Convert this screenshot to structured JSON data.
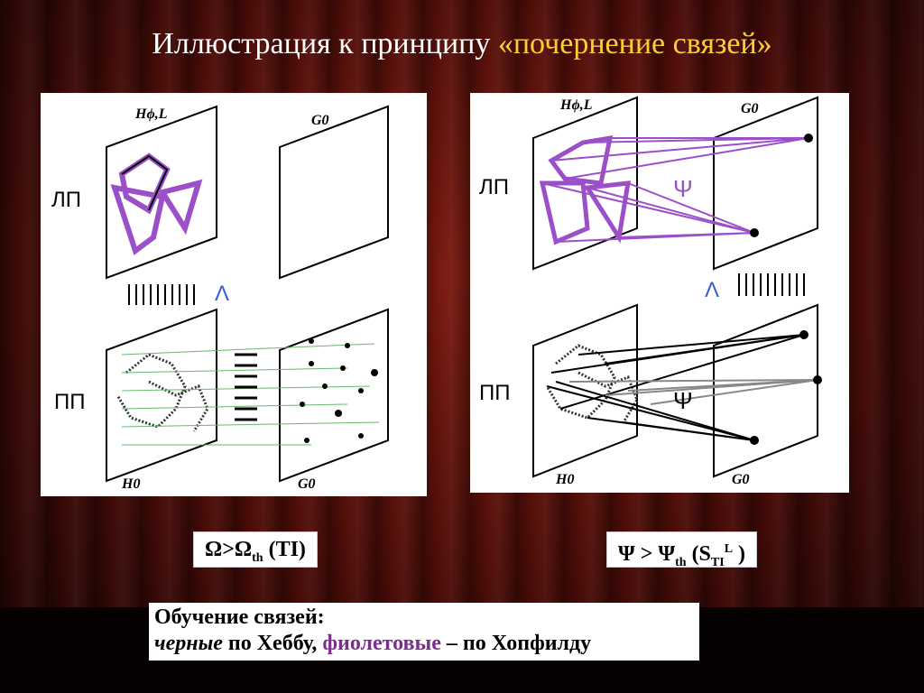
{
  "title": {
    "prefix": "Иллюстрация к принципу ",
    "highlight": "«почернение связей»"
  },
  "left_panel": {
    "label_top_left": "Hϕ,L",
    "label_top_right": "G0",
    "label_bottom_left": "H0",
    "label_bottom_right": "G0",
    "row_upper": "ЛП",
    "row_lower": "ПП",
    "lambda": "Λ"
  },
  "right_panel": {
    "label_top_left": "Hϕ,L",
    "label_top_right": "G0",
    "label_bottom_left": "H0",
    "label_bottom_right": "G0",
    "row_upper": "ЛП",
    "row_lower": "ПП",
    "lambda": "Λ",
    "psi_upper": "Ψ",
    "psi_lower": "Ψ"
  },
  "formula_left": {
    "text": "Ω>Ω",
    "sub": "th",
    "tail": " (TI)"
  },
  "formula_right": {
    "text": "Ψ > Ψ",
    "sub": "th",
    "mid": " (S",
    "sub2": "TI",
    "sup": "L",
    "tail": " )"
  },
  "caption": {
    "line1": "Обучение связей:",
    "black_word": "черные",
    "by_hebb": " по Хеббу, ",
    "violet_word": "фиолетовые",
    "by_hopfield": " – по Хопфилду"
  },
  "colors": {
    "title_highlight": "#ffcc33",
    "violet": "#9b4fc9",
    "background": "#4a0c08"
  }
}
